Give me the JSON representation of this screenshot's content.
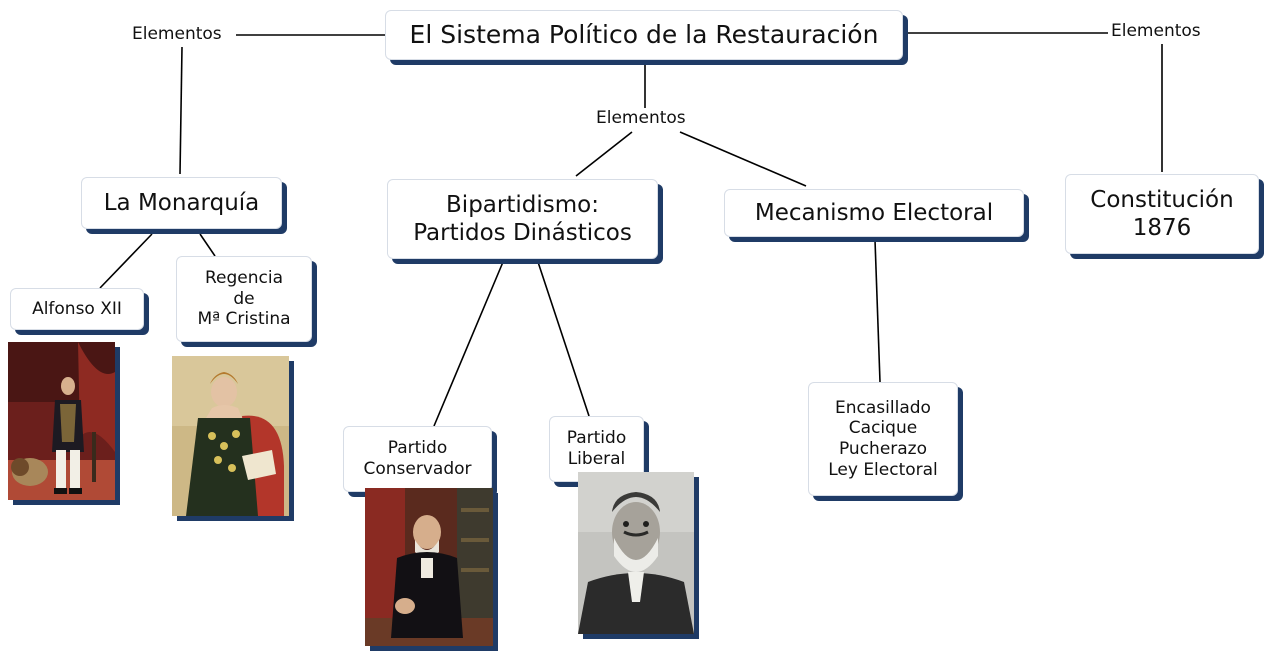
{
  "title": "El Sistema Político de la Restauración",
  "link_labels": {
    "left": "Elementos",
    "center": "Elementos",
    "right": "Elementos"
  },
  "nodes": {
    "monarquia": "La Monarquía",
    "alfonso": "Alfonso XII",
    "regencia": [
      "Regencia",
      "de",
      "Mª Cristina"
    ],
    "bipartidismo": [
      "Bipartidismo:",
      "Partidos Dinásticos"
    ],
    "conservador": [
      "Partido",
      "Conservador"
    ],
    "liberal": [
      "Partido",
      "Liberal"
    ],
    "mecanismo": "Mecanismo Electoral",
    "encasillado": [
      "Encasillado",
      "Cacique",
      "Pucherazo",
      "Ley Electoral"
    ],
    "constitucion": [
      "Constitución",
      "1876"
    ]
  },
  "images": {
    "alfonso": "portrait-alfonso-xii",
    "regencia": "portrait-maria-cristina",
    "conservador": "portrait-canovas",
    "liberal": "portrait-sagasta"
  },
  "colors": {
    "shadow": "#1f3b66",
    "line": "#000000"
  }
}
